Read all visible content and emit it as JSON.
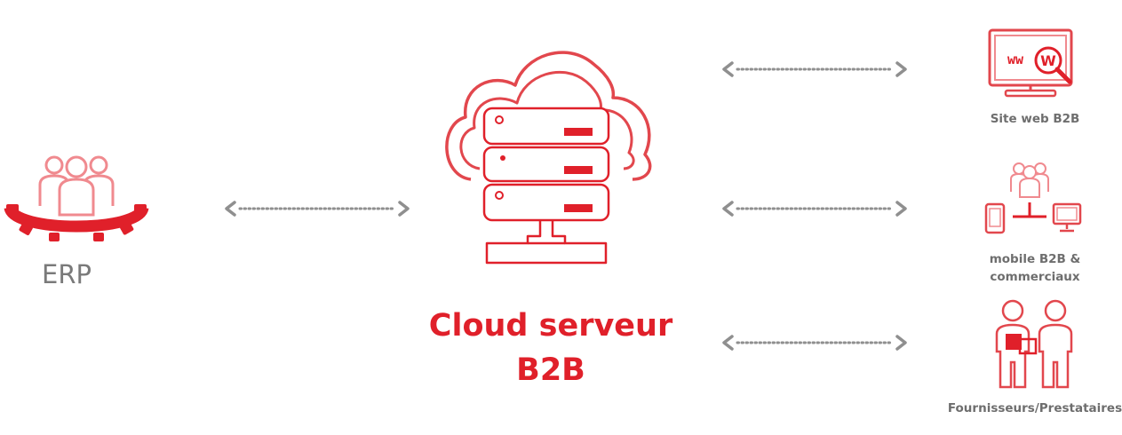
{
  "colors": {
    "accent": "#e0202a",
    "outline": "#e2474d",
    "light": "#f08a8f",
    "arrow": "#8f8f8f",
    "label": "#7a7a7a"
  },
  "nodes": {
    "erp": {
      "label": "ERP",
      "icon": "team-gear-icon"
    },
    "cloud": {
      "label_line1": "Cloud serveur",
      "label_line2": "B2B",
      "icon": "cloud-server-icon"
    },
    "site": {
      "label": "Site web B2B",
      "icon": "www-monitor-icon"
    },
    "mobile": {
      "label_line1": "mobile B2B &",
      "label_line2": "commerciaux",
      "icon": "network-devices-icon"
    },
    "suppliers": {
      "label": "Fournisseurs/Prestataires",
      "icon": "handshake-people-icon"
    }
  },
  "connectors": [
    "erp-cloud",
    "cloud-site",
    "cloud-mobile",
    "cloud-suppliers"
  ]
}
